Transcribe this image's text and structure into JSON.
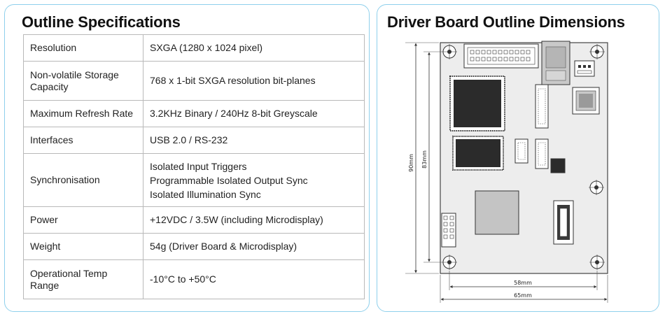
{
  "specifications": {
    "title": "Outline Specifications",
    "rows": [
      {
        "label": "Resolution",
        "values": [
          "SXGA (1280 x 1024 pixel)"
        ]
      },
      {
        "label": "Non-volatile Storage Capacity",
        "values": [
          "768 x 1-bit SXGA resolution bit-planes"
        ]
      },
      {
        "label": "Maximum Refresh Rate",
        "values": [
          "3.2KHz Binary / 240Hz 8-bit Greyscale"
        ]
      },
      {
        "label": "Interfaces",
        "values": [
          "USB 2.0 / RS-232"
        ]
      },
      {
        "label": "Synchronisation",
        "values": [
          "Isolated Input Triggers",
          "Programmable Isolated Output Sync",
          "Isolated Illumination Sync"
        ]
      },
      {
        "label": "Power",
        "values": [
          "+12VDC / 3.5W (including Microdisplay)"
        ]
      },
      {
        "label": "Weight",
        "values": [
          "54g (Driver Board & Microdisplay)"
        ]
      },
      {
        "label": "Operational Temp Range",
        "values": [
          "-10°C to +50°C"
        ]
      }
    ]
  },
  "board_drawing": {
    "title": "Driver Board Outline Dimensions",
    "dim_height_outer": "90mm",
    "dim_height_inner": "83mm",
    "dim_width_inner": "58mm",
    "dim_width_outer": "65mm"
  },
  "colors": {
    "panel_border": "#8fd0ec",
    "board_fill": "#ededed",
    "chip_dark": "#2b2b2b"
  }
}
